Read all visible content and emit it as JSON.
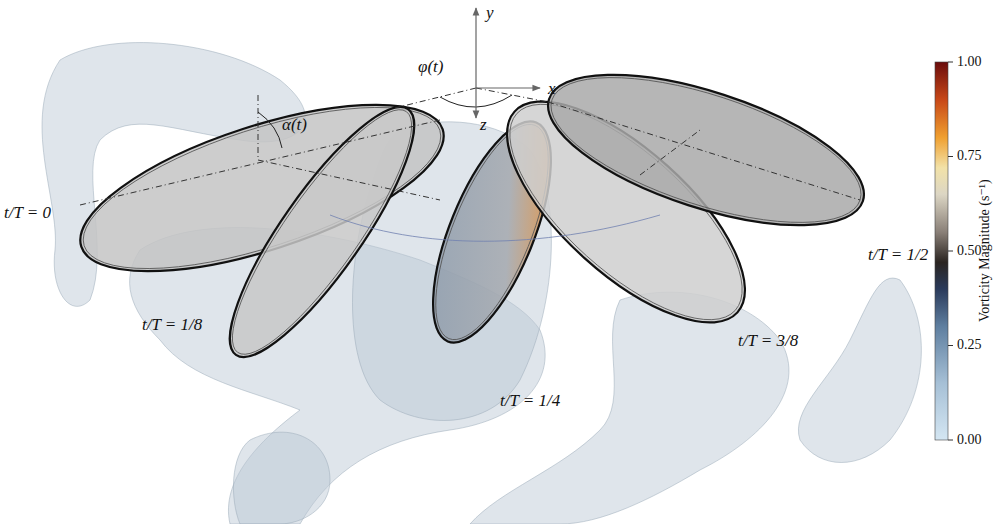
{
  "diagram": {
    "labels": [
      "y",
      "x",
      "z",
      "φ(t)",
      "α(t)",
      "t/T = 0",
      "t/T = 1/8",
      "t/T = 1/4",
      "t/T = 3/8",
      "t/T = 1/2",
      "1.00",
      "0.75",
      "0.50",
      "0.25",
      "0.00",
      "Vorticity Magnitude (s⁻¹)"
    ]
  }
}
